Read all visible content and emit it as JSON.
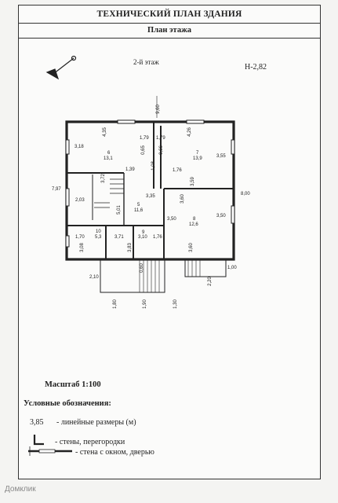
{
  "header": {
    "title": "ТЕХНИЧЕСКИЙ ПЛАН ЗДАНИЯ",
    "subtitle": "План этажа"
  },
  "plan": {
    "floor_label": "2-й этаж",
    "height_mark": "Н-2,82"
  },
  "rooms": [
    {
      "num": "6",
      "area": "13,1"
    },
    {
      "num": "7",
      "area": "13,9"
    },
    {
      "num": "5",
      "area": "11,6"
    },
    {
      "num": "8",
      "area": "12,6"
    },
    {
      "num": "10",
      "area": "5,3"
    },
    {
      "num": "9",
      "area": "3,10"
    }
  ],
  "dimensions": [
    "9,60",
    "4,35",
    "1,79",
    "1,79",
    "4,26",
    "3,18",
    "3,55",
    "0,65",
    "0,66",
    "1,08",
    "1,39",
    "1,76",
    "3,72",
    "3,59",
    "3,35",
    "3,60",
    "7,97",
    "2,03",
    "5,01",
    "8,00",
    "3,50",
    "3,50",
    "1,70",
    "3,71",
    "1,76",
    "3,08",
    "3,83",
    "3,60",
    "1,00",
    "0,60",
    "2,10",
    "2,20",
    "1,80",
    "1,90",
    "1,30"
  ],
  "scale_label": "Масштаб 1:100",
  "legend": {
    "title": "Условные обозначения:",
    "dim_sample": "3,85",
    "dim_text": "- линейные размеры (м)",
    "wall_text": "- стены, перегородки",
    "window_text": "- стена с окном, дверью"
  },
  "watermark": "Домклик"
}
